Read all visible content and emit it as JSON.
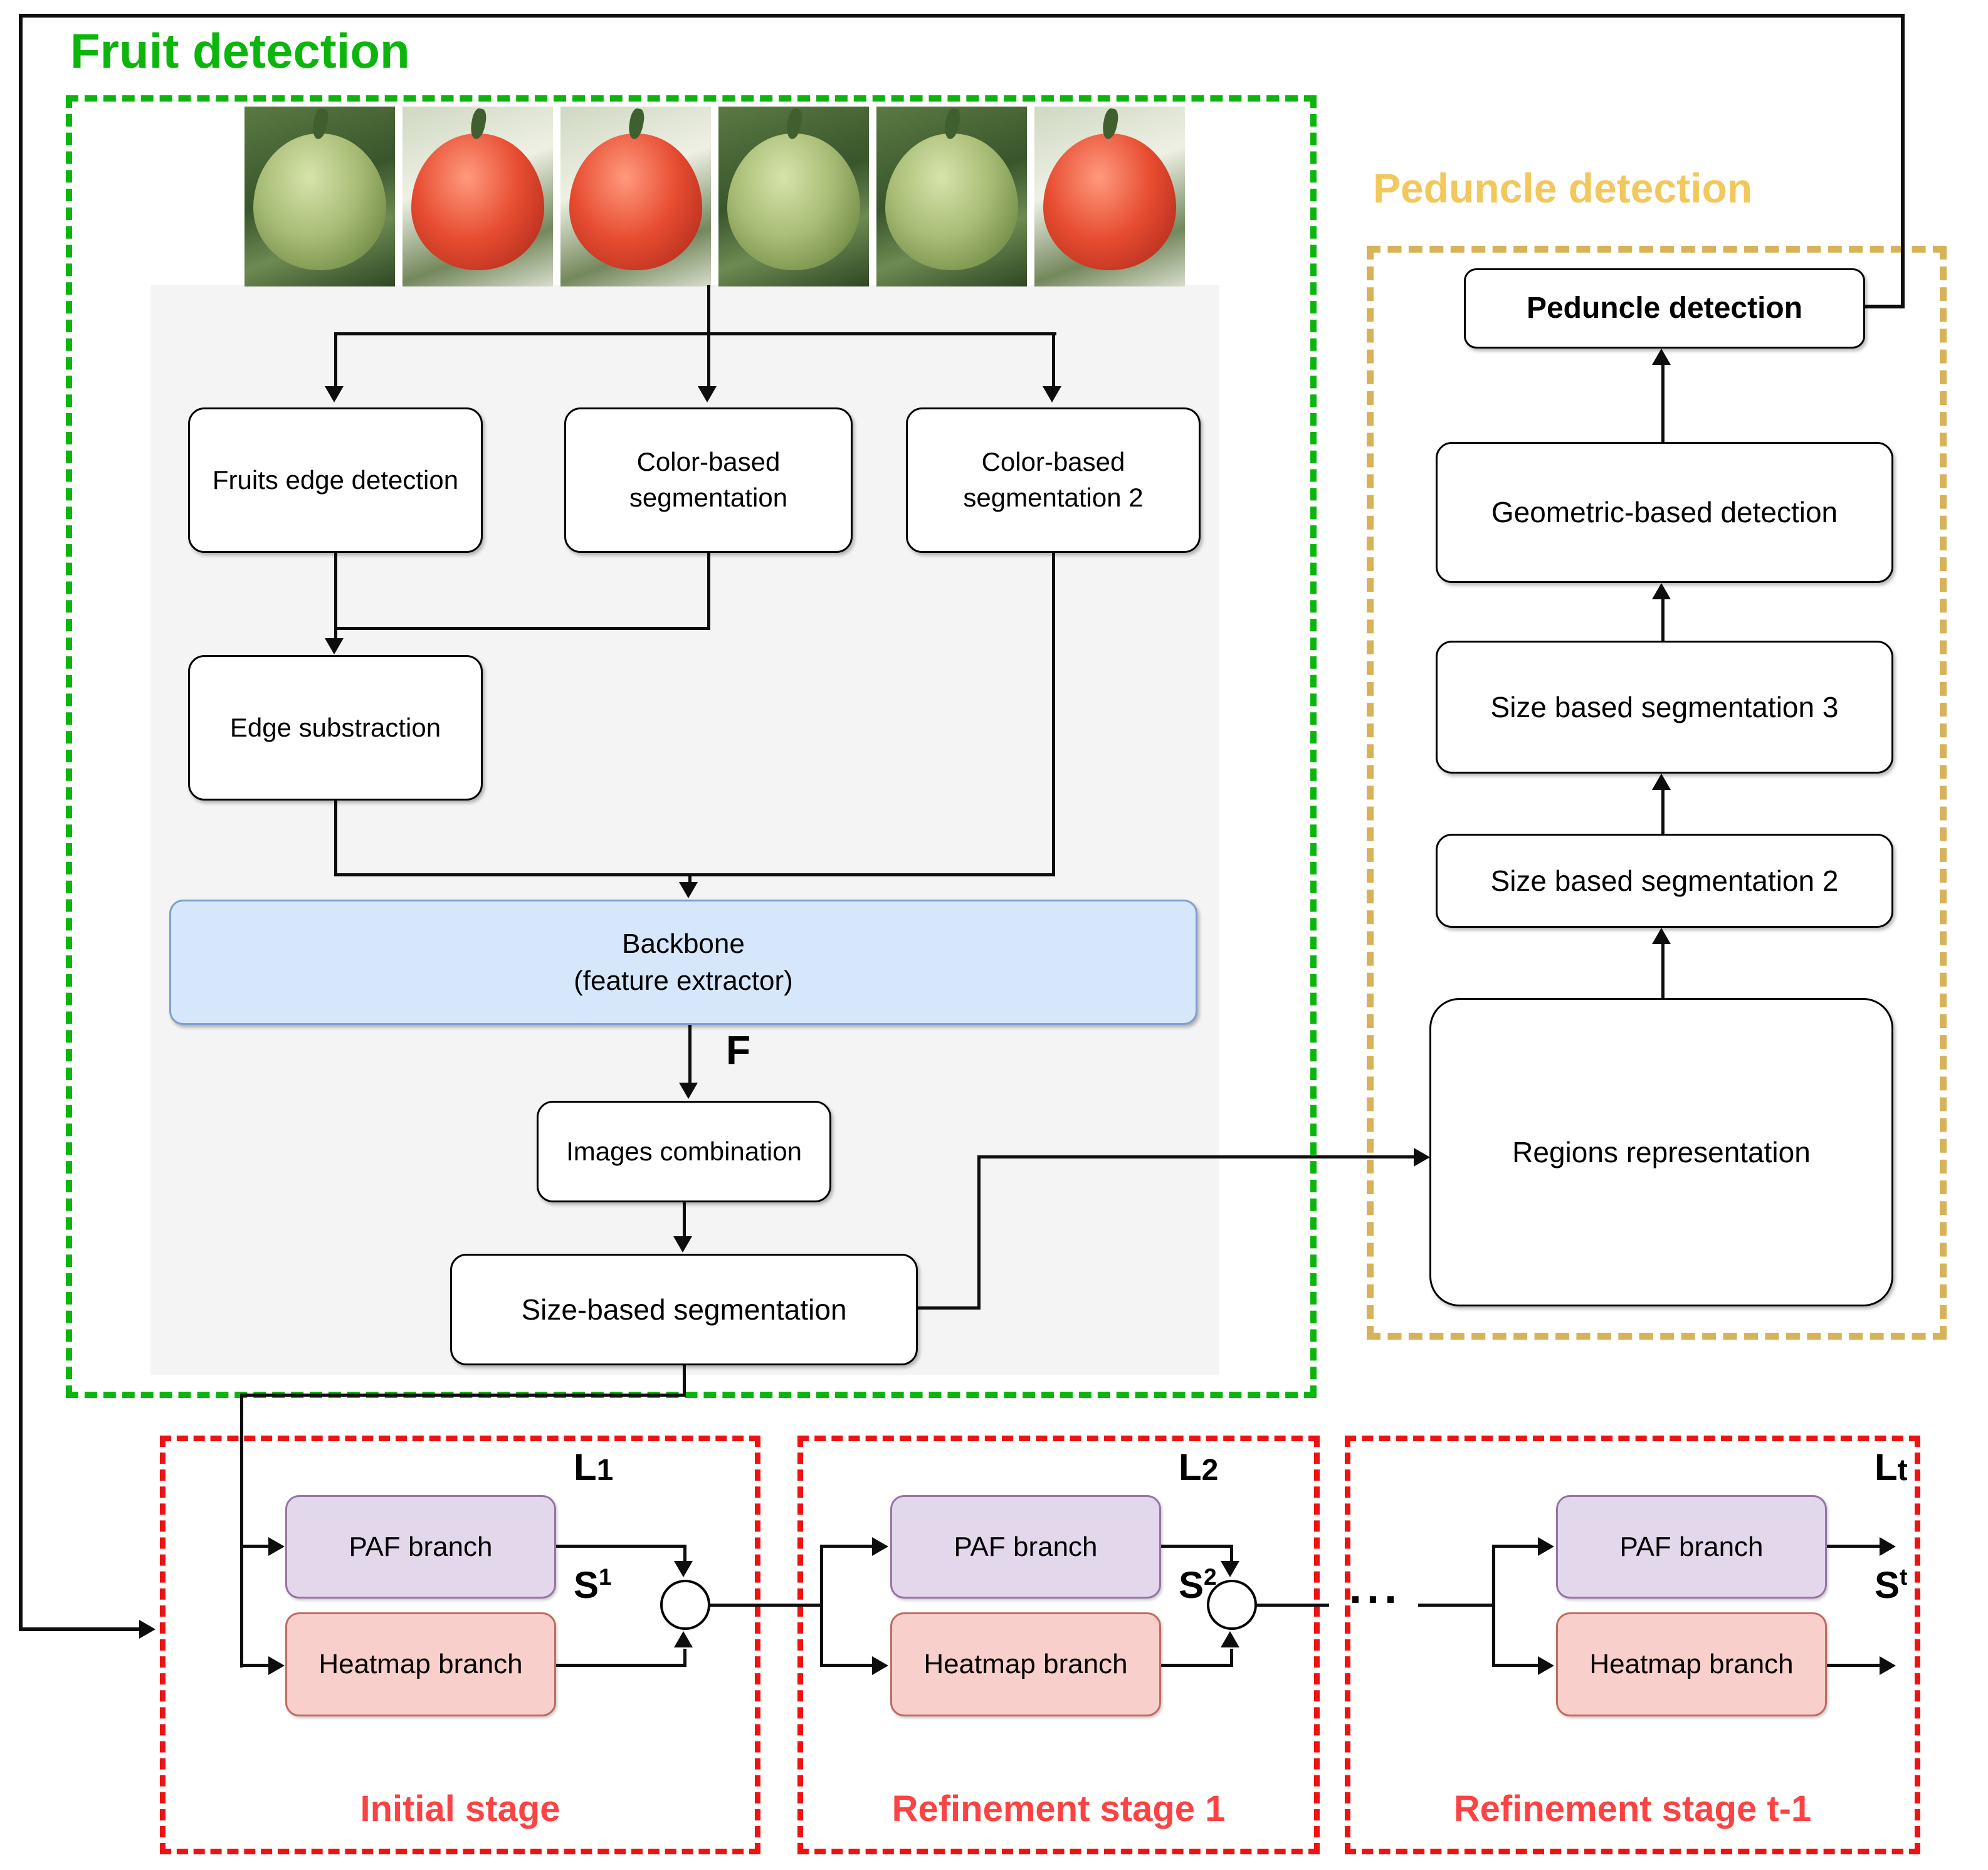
{
  "colors": {
    "green": "#0cb50c",
    "gold": "#d7b258",
    "gold-title": "#f2c75c",
    "red": "#ee1212",
    "red-label": "#fb4343",
    "panel": "#f4f4f4",
    "backbone-fill": "#d6e6fb",
    "backbone-border": "#7da0cc",
    "paf-fill": "#e3d7ec",
    "paf-border": "#9673a6",
    "heatmap-fill": "#f9cfcb",
    "heatmap-border": "#c26a60",
    "line": "#0d0d0d"
  },
  "fruit_detection": {
    "title": "Fruit detection",
    "images": [
      {
        "kind": "green"
      },
      {
        "kind": "red"
      },
      {
        "kind": "red"
      },
      {
        "kind": "green"
      },
      {
        "kind": "green"
      },
      {
        "kind": "red"
      }
    ],
    "nodes": {
      "fruits_edge_detection": "Fruits edge detection",
      "color_based_segmentation": "Color-based segmentation",
      "color_based_segmentation_2": "Color-based segmentation 2",
      "edge_substraction": "Edge substraction",
      "backbone_line1": "Backbone",
      "backbone_line2": "(feature extractor)",
      "feature_map_label": "F",
      "images_combination": "Images combination",
      "size_based_segmentation": "Size-based segmentation"
    }
  },
  "peduncle_detection": {
    "title": "Peduncle detection",
    "nodes": {
      "peduncle_detection": "Peduncle detection",
      "geometric_based_detection": "Geometric-based detection",
      "size_based_segmentation_3": "Size based segmentation 3",
      "size_based_segmentation_2": "Size based segmentation 2",
      "regions_representation": "Regions representation"
    }
  },
  "stages": [
    {
      "label": "Initial stage",
      "paf": "PAF branch",
      "heatmap": "Heatmap branch",
      "paf_out_base": "L",
      "paf_out_index": "1",
      "heatmap_out_base": "S",
      "heatmap_out_sup": "1"
    },
    {
      "label": "Refinement stage 1",
      "paf": "PAF branch",
      "heatmap": "Heatmap branch",
      "paf_out_base": "L",
      "paf_out_index": "2",
      "heatmap_out_base": "S",
      "heatmap_out_sup": "2"
    },
    {
      "label": "Refinement stage t-1",
      "paf": "PAF branch",
      "heatmap": "Heatmap branch",
      "paf_out_base": "L",
      "paf_out_index": "t",
      "heatmap_out_base": "S",
      "heatmap_out_sup": "t"
    }
  ],
  "ellipsis": "..."
}
